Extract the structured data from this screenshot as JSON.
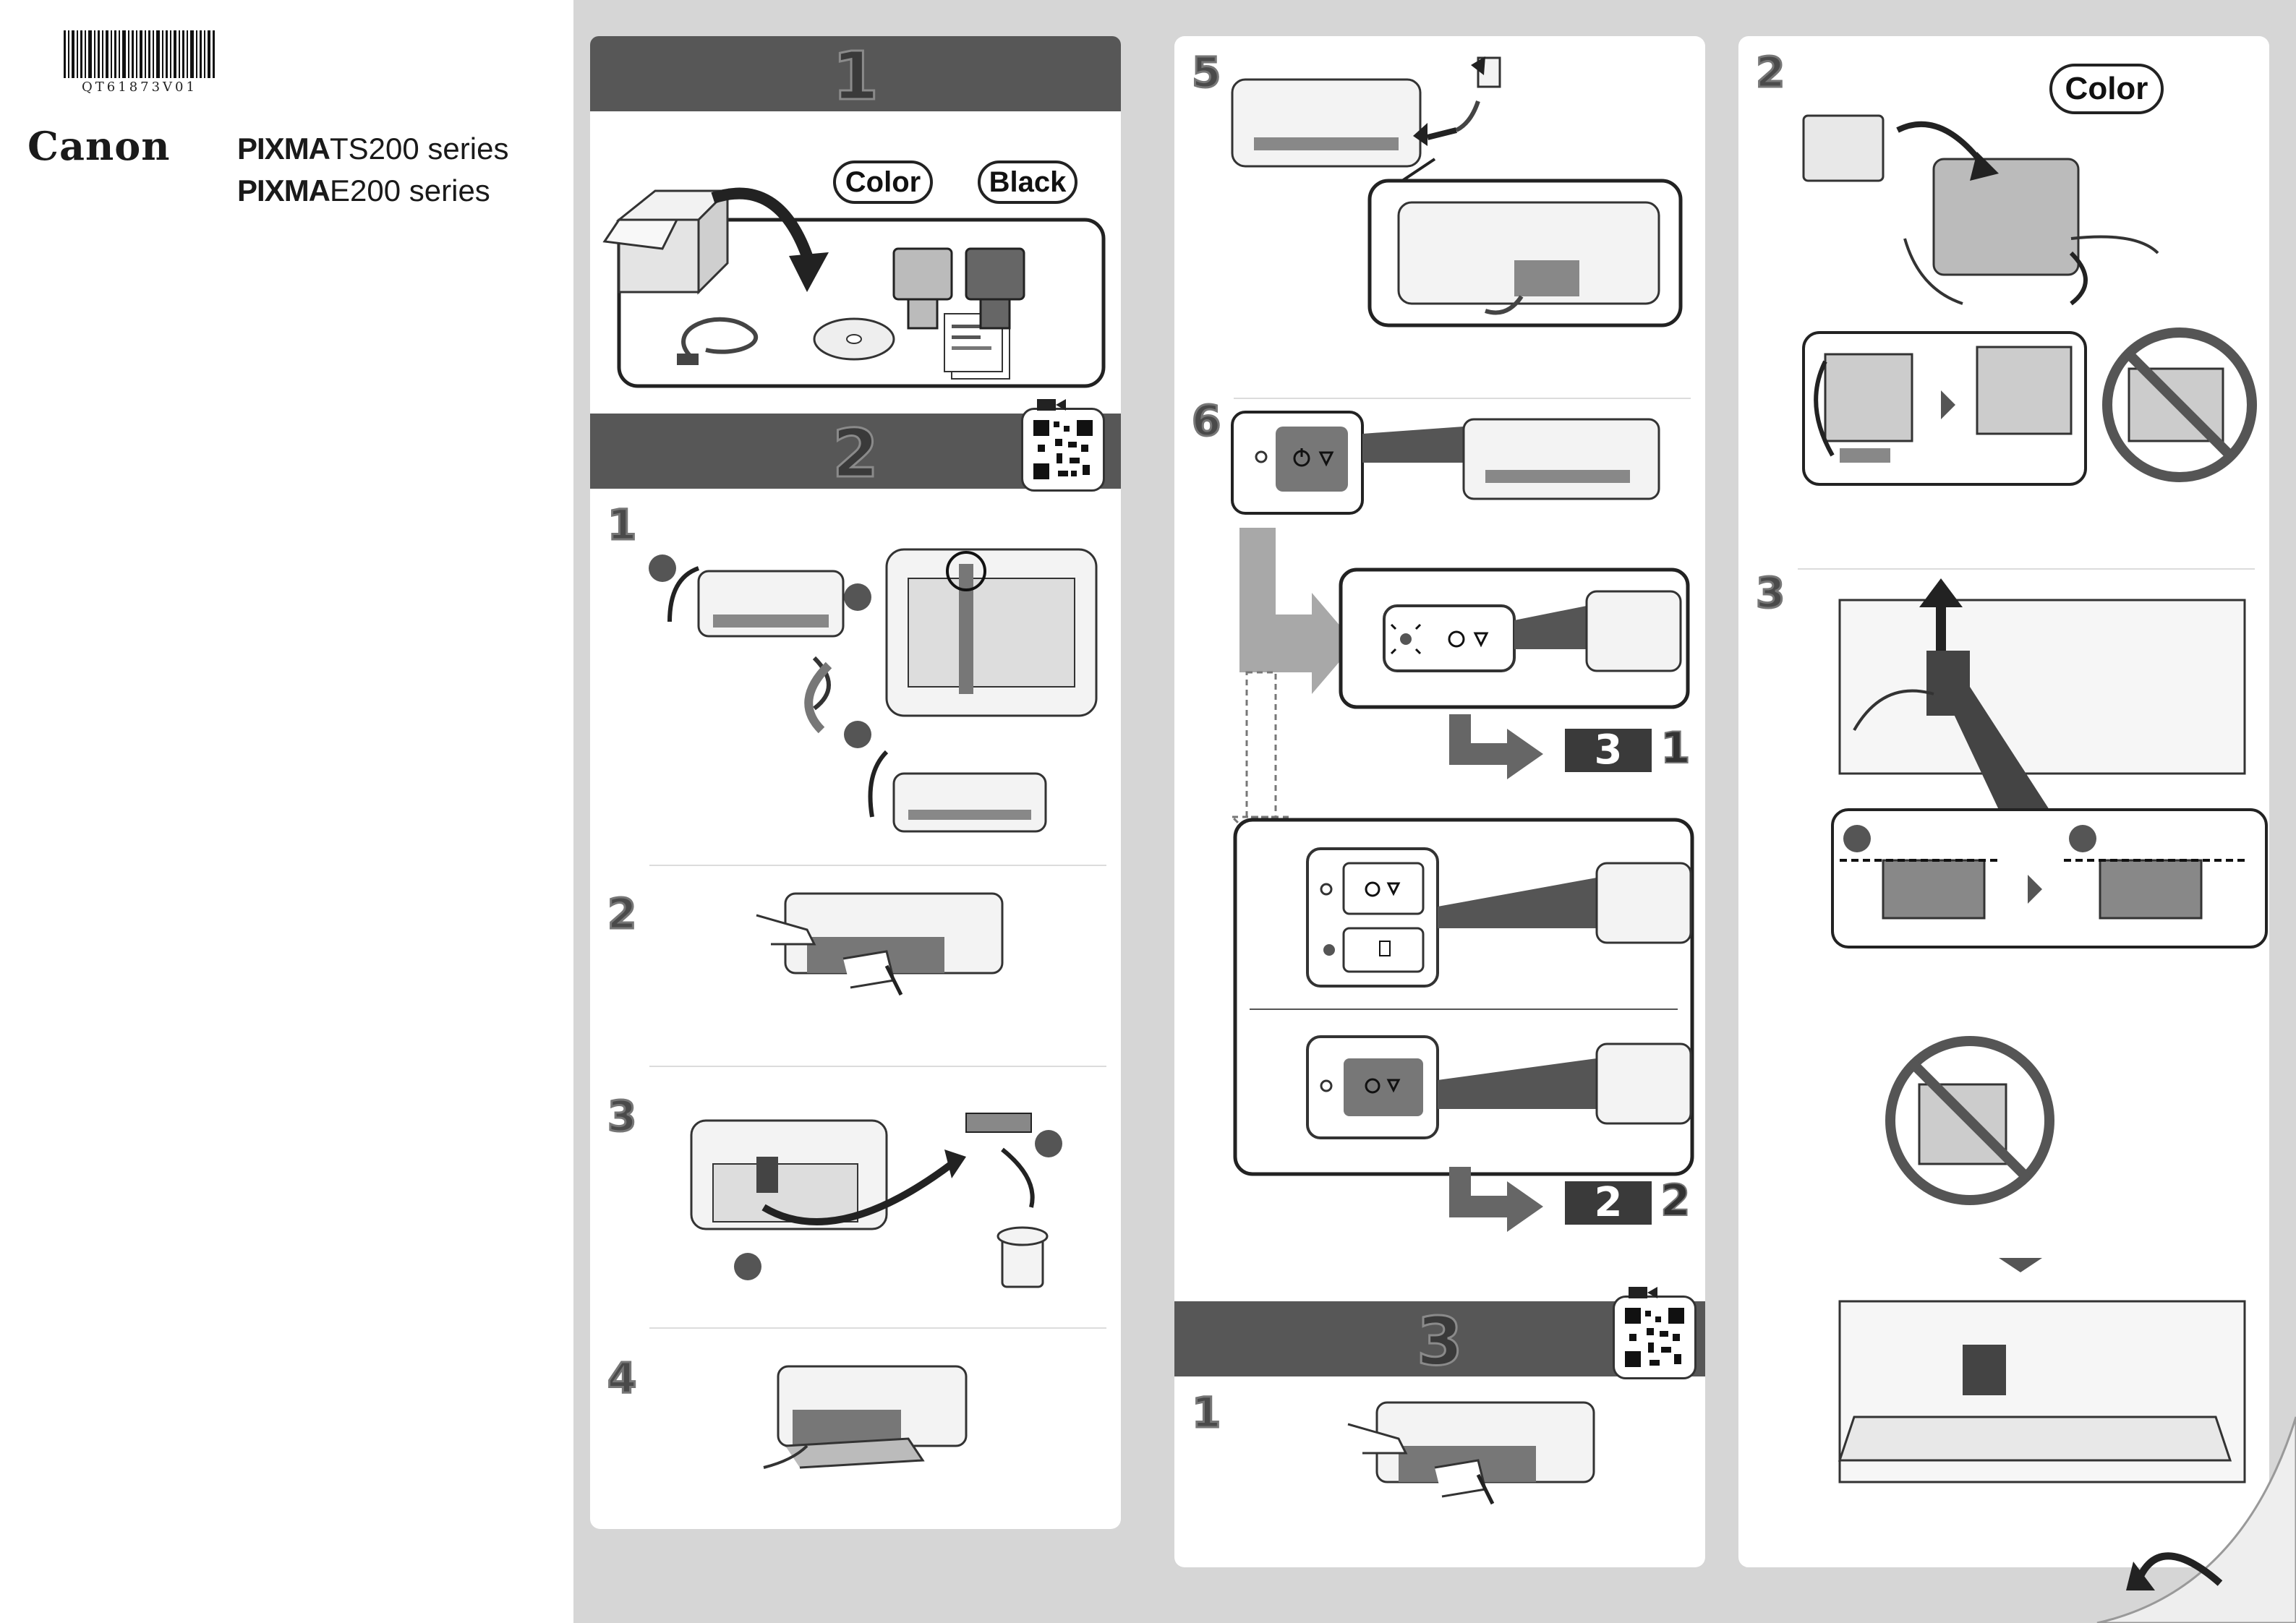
{
  "cover": {
    "barcode_text": "QT61873V01",
    "brand": "Canon",
    "model_line_1_bold": "PIXMA",
    "model_line_1_rest": "TS200 series",
    "model_line_2_bold": "PIXMA",
    "model_line_2_rest": "E200 series"
  },
  "section_1": {
    "number": "1",
    "labels": {
      "color": "Color",
      "black": "Black"
    }
  },
  "section_2": {
    "number": "2",
    "steps": [
      "1",
      "2",
      "3",
      "4",
      "5",
      "6"
    ],
    "nav_next": {
      "box": "3",
      "sub": "1"
    },
    "nav_alt": {
      "box": "2",
      "sub": "2"
    }
  },
  "section_3": {
    "number": "3",
    "steps": [
      "1",
      "2",
      "3"
    ],
    "labels": {
      "color": "Color"
    }
  },
  "icons": {
    "power": "power-icon",
    "ink": "ink-drop-icon",
    "video": "video-camera-icon"
  }
}
